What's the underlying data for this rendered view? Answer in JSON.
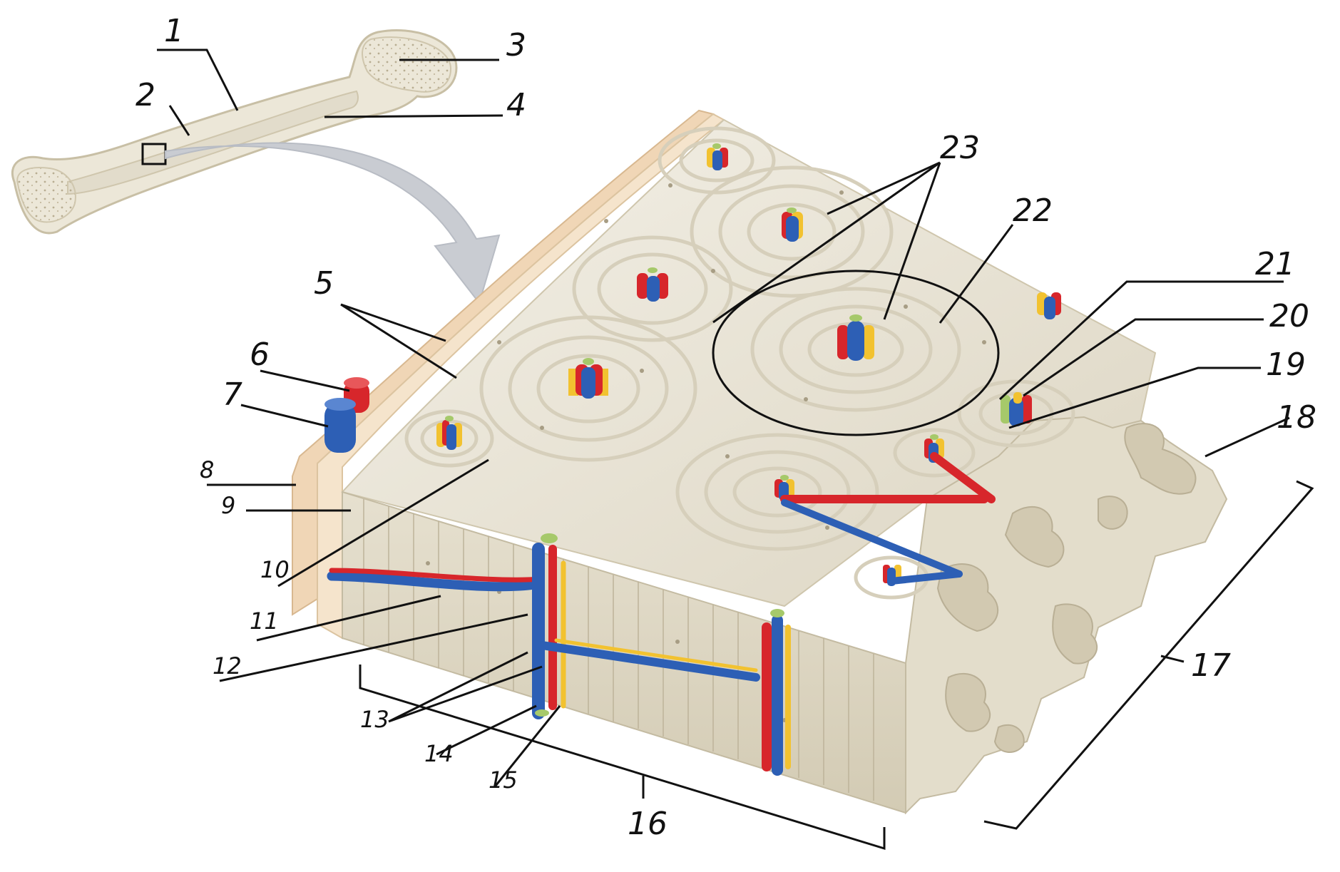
{
  "diagram": {
    "labels": {
      "l1": "1",
      "l2": "2",
      "l3": "3",
      "l4": "4",
      "l5": "5",
      "l6": "6",
      "l7": "7",
      "l8": "8",
      "l9": "9",
      "l10": "10",
      "l11": "11",
      "l12": "12",
      "l13": "13",
      "l14": "14",
      "l15": "15",
      "l16": "16",
      "l17": "17",
      "l18": "18",
      "l19": "19",
      "l20": "20",
      "l21": "21",
      "l22": "22",
      "l23": "23"
    },
    "colors": {
      "bone_light": "#efece2",
      "bone_mid": "#e0dac8",
      "bone_shadow": "#c9c0a8",
      "periosteum": "#f3dcc0",
      "artery": "#d7262b",
      "vein": "#2d5fb5",
      "nerve": "#f2c230",
      "lymph": "#a6c96a",
      "arrow": "#c9ccd2",
      "ink": "#111111"
    }
  }
}
